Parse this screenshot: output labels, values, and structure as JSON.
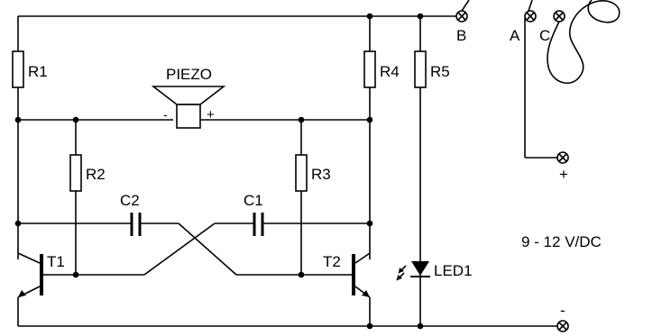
{
  "labels": {
    "r1": "R1",
    "r2": "R2",
    "r3": "R3",
    "r4": "R4",
    "r5": "R5",
    "c1": "C1",
    "c2": "C2",
    "t1": "T1",
    "t2": "T2",
    "piezo": "PIEZO",
    "piezo_minus": "-",
    "piezo_plus": "+",
    "led": "LED1",
    "term_a": "A",
    "term_b": "B",
    "term_c": "C",
    "supply_plus": "+",
    "supply_minus": "-",
    "voltage": "9 - 12 V/DC"
  },
  "icons": {
    "terminal": "terminal-icon",
    "speaker": "speaker-icon",
    "transistor": "npn-transistor-icon",
    "led": "led-icon",
    "capacitor": "capacitor-icon",
    "resistor": "resistor-icon"
  },
  "colors": {
    "line": "#000000",
    "background": "#ffffff"
  }
}
